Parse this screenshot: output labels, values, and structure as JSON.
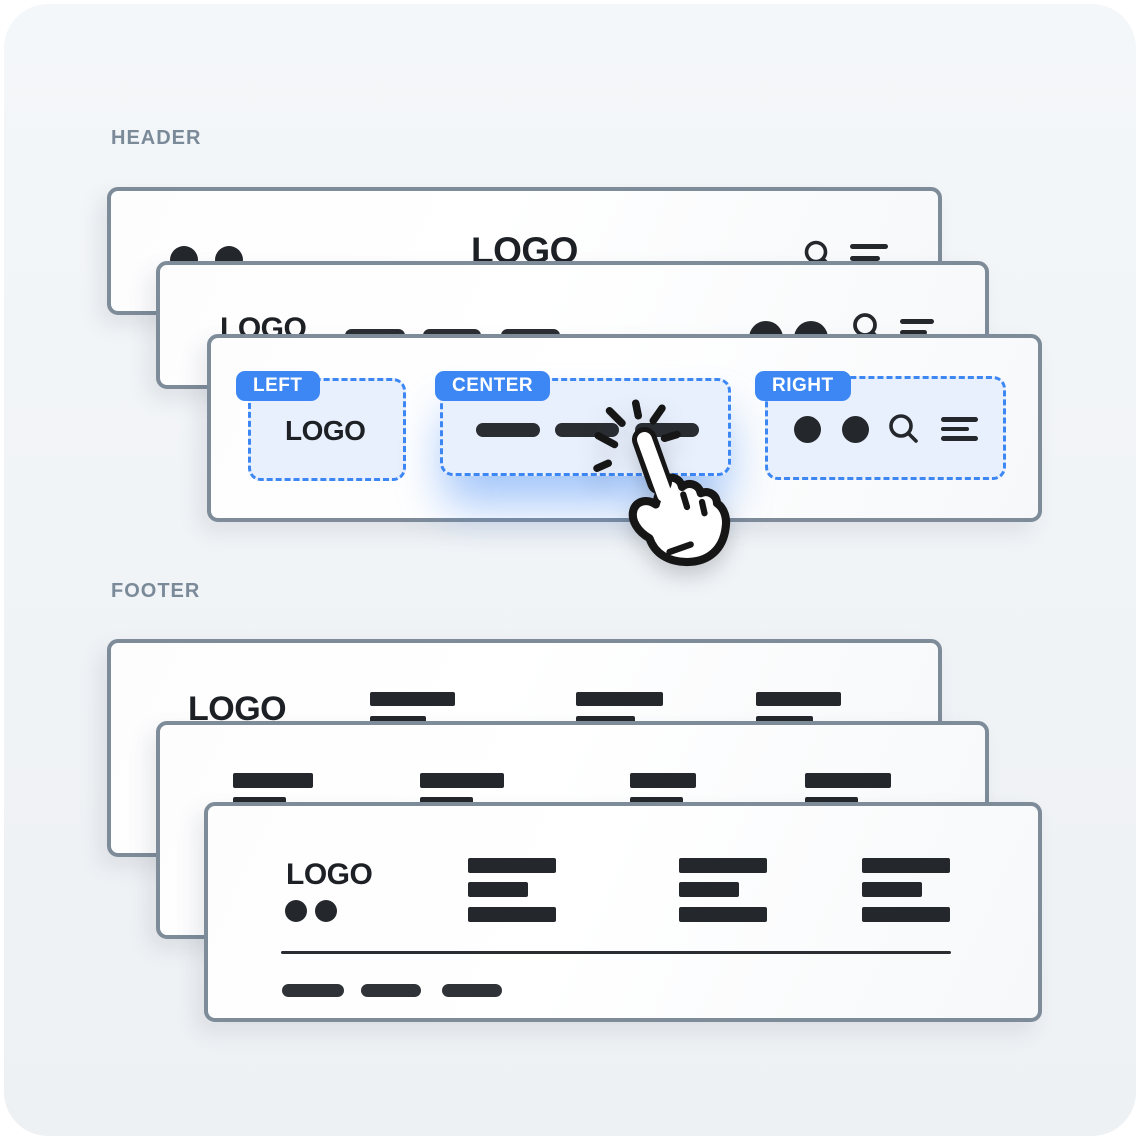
{
  "sections": {
    "header": {
      "label": "HEADER"
    },
    "footer": {
      "label": "FOOTER"
    }
  },
  "logo_text": "LOGO",
  "zones": {
    "left": {
      "label": "LEFT"
    },
    "center": {
      "label": "CENTER"
    },
    "right": {
      "label": "RIGHT"
    }
  },
  "icons": {
    "search": "search-icon",
    "menu": "menu-icon",
    "avatar_dot": "circle-placeholder-icon",
    "cursor": "cursor-click-icon"
  },
  "colors": {
    "accent_blue": "#3D87F5",
    "zone_fill": "#E9F0FD",
    "card_border": "#7E8B99",
    "ink": "#24282C",
    "label_text": "#7B8A99",
    "panel_bg": "#F1F4F6"
  }
}
